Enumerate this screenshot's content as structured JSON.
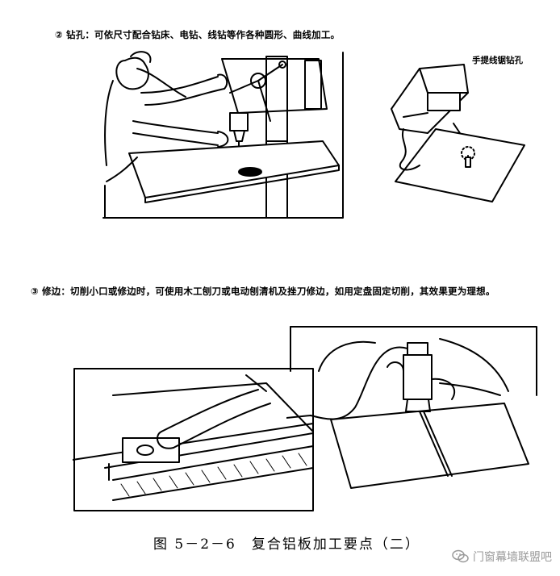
{
  "section2": {
    "number": "②",
    "text": "钻孔：可依尺寸配合钻床、电钻、线钻等作各种圆形、曲线加工。"
  },
  "section2_right_caption": "手提线锯钻孔",
  "section3": {
    "number": "③",
    "text": "修边：切削小口或修边时，可使用木工刨刀或电动刨清机及挫刀修边，如用定盘固定切削，其效果更为理想。"
  },
  "figure_caption": "图 5－2－6　复合铝板加工要点（二）",
  "watermark": {
    "text": "门窗幕墙联盟吧",
    "icon": "wechat-icon"
  }
}
